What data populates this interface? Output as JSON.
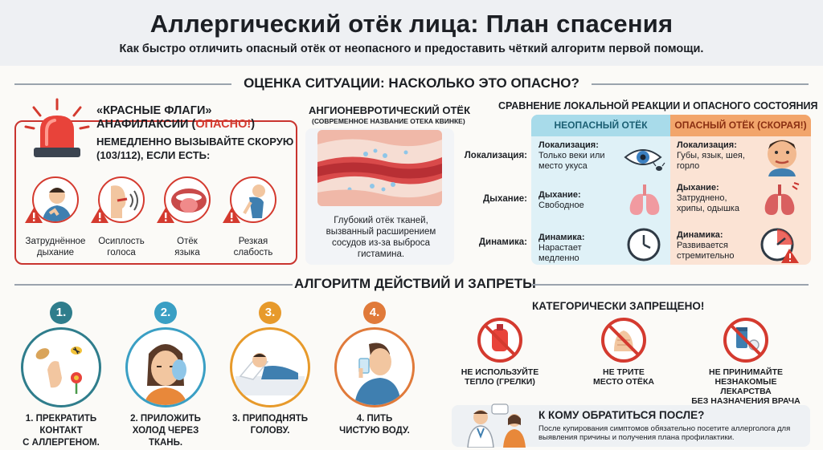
{
  "header": {
    "title": "Аллергический отёк лица: План спасения",
    "subtitle": "Как быстро отличить опасный отёк от неопасного и предоставить чёткий алгоритм первой помощи."
  },
  "assessment": {
    "title": "ОЦЕНКА СИТУАЦИИ: НАСКОЛЬКО ЭТО ОПАСНО?",
    "red_flags": {
      "title_line1": "«КРАСНЫЕ ФЛАГИ»",
      "title_line2_a": "АНАФИЛАКСИИ (",
      "title_line2_b": "ОПАСНО!",
      "title_line2_c": ")",
      "instruction_line1": "НЕМЕДЛЕННО ВЫЗЫВАЙТЕ СКОРУЮ",
      "instruction_line2": "(103/112), ЕСЛИ ЕСТЬ:",
      "symptoms": [
        {
          "l1": "Затруднённое",
          "l2": "дыхание"
        },
        {
          "l1": "Осиплость",
          "l2": "голоса"
        },
        {
          "l1": "Отёк",
          "l2": "языка"
        },
        {
          "l1": "Резкая",
          "l2": "слабость"
        }
      ]
    },
    "angio": {
      "title": "АНГИОНЕВРОТИЧЕСКИЙ ОТЁК",
      "subtitle": "(СОВРЕМЕННОЕ НАЗВАНИЕ ОТЕКА КВИНКЕ)",
      "description": "Глубокий отёк тканей, вызванный расширением сосудов из-за выброса гистамина."
    },
    "comparison": {
      "title": "СРАВНЕНИЕ ЛОКАЛЬНОЙ РЕАКЦИИ И ОПАСНОГО СОСТОЯНИЯ",
      "safe_header": "НЕОПАСНЫЙ ОТЁК",
      "danger_header": "ОПАСНЫЙ ОТЁК (СКОРАЯ!)",
      "rows": [
        {
          "label": "Локализация:",
          "safe_k": "Локализация:",
          "safe_v1": "Только веки или",
          "safe_v2": "место укуса",
          "danger_k": "Локализация:",
          "danger_v1": "Губы, язык, шея,",
          "danger_v2": "горло"
        },
        {
          "label": "Дыхание:",
          "safe_k": "Дыхание:",
          "safe_v1": "Свободное",
          "safe_v2": "",
          "danger_k": "Дыхание:",
          "danger_v1": "Затруднено,",
          "danger_v2": "хрипы, одышка"
        },
        {
          "label": "Динамика:",
          "safe_k": "Динамика:",
          "safe_v1": "Нарастает",
          "safe_v2": "медленно",
          "danger_k": "Динамика:",
          "danger_v1": "Развивается",
          "danger_v2": "стремительно"
        }
      ]
    }
  },
  "algorithm": {
    "title": "АЛГОРИТМ ДЕЙСТВИЙ И ЗАПРЕТЫ",
    "steps": [
      {
        "num": "1.",
        "l1": "1. ПРЕКРАТИТЬ",
        "l2": "КОНТАКТ",
        "l3": "С АЛЛЕРГЕНОМ.",
        "color": "#2f7d8c"
      },
      {
        "num": "2.",
        "l1": "2. ПРИЛОЖИТЬ",
        "l2": "ХОЛОД ЧЕРЕЗ",
        "l3": "ТКАНЬ.",
        "color": "#3a9fc4"
      },
      {
        "num": "3.",
        "l1": "3. ПРИПОДНЯТЬ",
        "l2": "ГОЛОВУ.",
        "l3": "",
        "color": "#e79a2b"
      },
      {
        "num": "4.",
        "l1": "4. ПИТЬ",
        "l2": "ЧИСТУЮ ВОДУ.",
        "l3": "",
        "color": "#e07a3a"
      }
    ],
    "forbidden": {
      "title": "КАТЕГОРИЧЕСКИ ЗАПРЕЩЕНО!",
      "items": [
        {
          "l1": "НЕ ИСПОЛЬЗУЙТЕ",
          "l2": "ТЕПЛО (ГРЕЛКИ)",
          "l3": ""
        },
        {
          "l1": "НЕ ТРИТЕ",
          "l2": "МЕСТО ОТЁКА",
          "l3": ""
        },
        {
          "l1": "НЕ ПРИНИМАЙТЕ",
          "l2": "НЕЗНАКОМЫЕ ЛЕКАРСТВА",
          "l3": "БЕЗ НАЗНАЧЕНИЯ ВРАЧА"
        }
      ]
    },
    "followup": {
      "title": "К КОМУ ОБРАТИТЬСЯ ПОСЛЕ?",
      "text": "После купирования симптомов обязательно посетите аллерголога для выявления причины и получения плана профилактики."
    }
  },
  "colors": {
    "danger": "#d43a2f",
    "safe_header": "#a8dbea",
    "danger_header": "#f2a56b"
  },
  "icons": [
    "siren-icon",
    "breathing-icon",
    "hoarse-voice-icon",
    "tongue-swelling-icon",
    "weakness-icon",
    "tissue-swelling-icon",
    "eye-sting-icon",
    "swollen-face-icon",
    "lungs-icon",
    "clock-icon",
    "allergen-contact-icon",
    "cold-compress-icon",
    "raised-head-icon",
    "drink-water-icon",
    "no-heating-pad-icon",
    "no-rubbing-icon",
    "no-medicine-icon",
    "doctor-consult-icon"
  ]
}
